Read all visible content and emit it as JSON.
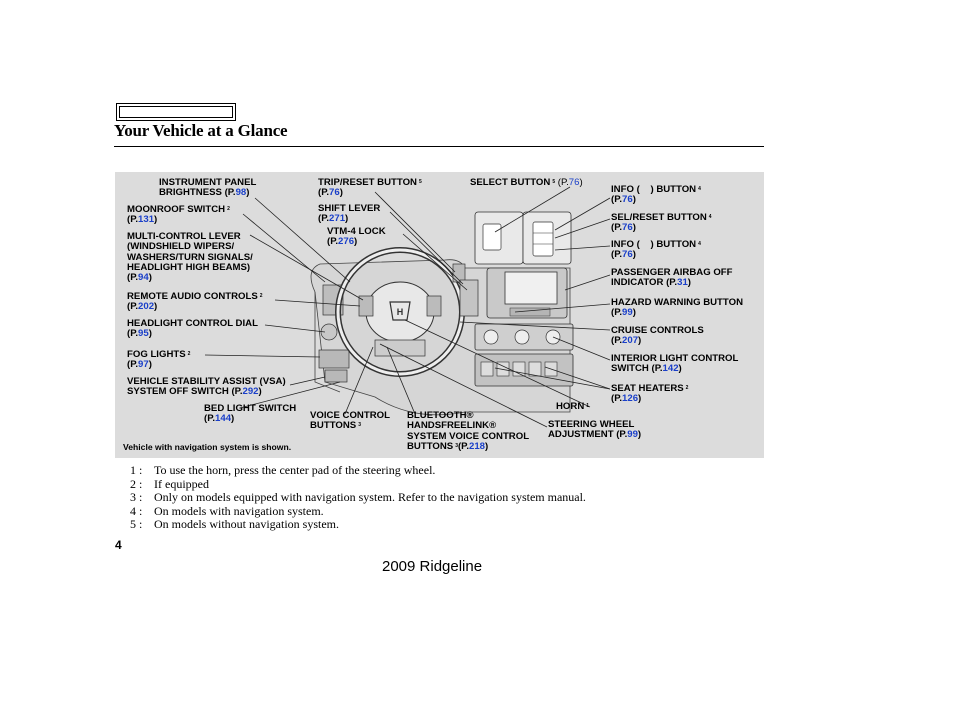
{
  "header": {
    "section_title": "Your Vehicle at a Glance"
  },
  "figure": {
    "note": "Vehicle with navigation system is shown.",
    "labels": {
      "instrument_panel": {
        "l1": "INSTRUMENT PANEL",
        "l2": "BRIGHTNESS (P.",
        "page": "98",
        "close": ")"
      },
      "moonroof": {
        "l1": "MOONROOF SWITCH",
        "sup": "2",
        "open": "(P.",
        "page": "131",
        "close": ")"
      },
      "multi_control": {
        "l1": "MULTI-CONTROL LEVER",
        "l2": "(WINDSHIELD WIPERS/",
        "l3": "WASHERS/TURN SIGNALS/",
        "l4": "HEADLIGHT HIGH BEAMS)",
        "open": "(P.",
        "page": "94",
        "close": ")"
      },
      "remote_audio": {
        "l1": "REMOTE AUDIO CONTROLS",
        "sup": "2",
        "open": "(P.",
        "page": "202",
        "close": ")"
      },
      "headlight_dial": {
        "l1": "HEADLIGHT CONTROL DIAL",
        "open": "(P.",
        "page": "95",
        "close": ")"
      },
      "fog_lights": {
        "l1": "FOG LIGHTS",
        "sup": "2",
        "open": "(P.",
        "page": "97",
        "close": ")"
      },
      "vsa": {
        "l1": "VEHICLE STABILITY ASSIST (VSA)",
        "l2": "SYSTEM OFF SWITCH (P.",
        "page": "292",
        "close": ")"
      },
      "bed_light": {
        "l1": "BED LIGHT SWITCH",
        "open": "(P.",
        "page": "144",
        "close": ")"
      },
      "voice_control": {
        "l1": "VOICE CONTROL",
        "l2": "BUTTONS",
        "sup": "3"
      },
      "bluetooth": {
        "l1": "BLUETOOTH®",
        "l2": "HANDSFREELINK®",
        "l3": "SYSTEM VOICE CONTROL",
        "l4": "BUTTONS",
        "sup": "3",
        "open": "(P.",
        "page": "218",
        "close": ")"
      },
      "trip_reset": {
        "l1": "TRIP/RESET BUTTON",
        "sup": "5",
        "open": "(P.",
        "page": "76",
        "close": ")"
      },
      "shift_lever": {
        "l1": "SHIFT LEVER",
        "open": "(P.",
        "page": "271",
        "close": ")"
      },
      "vtm4": {
        "l1": "VTM-4 LOCK",
        "open": "(P.",
        "page": "276",
        "close": ")"
      },
      "select_button": {
        "l1": "SELECT BUTTON",
        "sup": "5",
        "open": "(P.",
        "page": "76",
        "close": ")"
      },
      "info_up": {
        "l1": "INFO (",
        "l1b": ") BUTTON",
        "sup": "4",
        "open": "(P.",
        "page": "76",
        "close": ")"
      },
      "sel_reset": {
        "l1": "SEL/RESET BUTTON",
        "sup": "4",
        "open": "(P.",
        "page": "76",
        "close": ")"
      },
      "info_down": {
        "l1": "INFO (",
        "l1b": ") BUTTON",
        "sup": "4",
        "open": "(P.",
        "page": "76",
        "close": ")"
      },
      "airbag_off": {
        "l1": "PASSENGER AIRBAG OFF",
        "l2": "INDICATOR (P.",
        "page": "31",
        "close": ")"
      },
      "hazard": {
        "l1": "HAZARD WARNING BUTTON",
        "open": "(P.",
        "page": "99",
        "close": ")"
      },
      "cruise": {
        "l1": "CRUISE CONTROLS",
        "open": "(P.",
        "page": "207",
        "close": ")"
      },
      "interior_light": {
        "l1": "INTERIOR LIGHT CONTROL",
        "l2": "SWITCH (P.",
        "page": "142",
        "close": ")"
      },
      "seat_heaters": {
        "l1": "SEAT HEATERS",
        "sup": "2",
        "open": "(P.",
        "page": "126",
        "close": ")"
      },
      "horn": {
        "l1": "HORN",
        "sup": "1"
      },
      "steering_adj": {
        "l1": "STEERING WHEEL",
        "l2": "ADJUSTMENT  (P.",
        "page": "99",
        "close": ")"
      }
    }
  },
  "footnotes": [
    {
      "key": "1 :",
      "text": "To use the horn, press the center pad of the steering wheel."
    },
    {
      "key": "2 :",
      "text": "If equipped"
    },
    {
      "key": "3 :",
      "text": "Only on models equipped with navigation system. Refer to the navigation system manual."
    },
    {
      "key": "4 :",
      "text": "On models with navigation system."
    },
    {
      "key": "5 :",
      "text": "On models without navigation system."
    }
  ],
  "page_number": "4",
  "footer": {
    "title": "2009  Ridgeline"
  },
  "colors": {
    "page_link": "#1a3fc9",
    "figure_bg": "#dcdcdc"
  }
}
